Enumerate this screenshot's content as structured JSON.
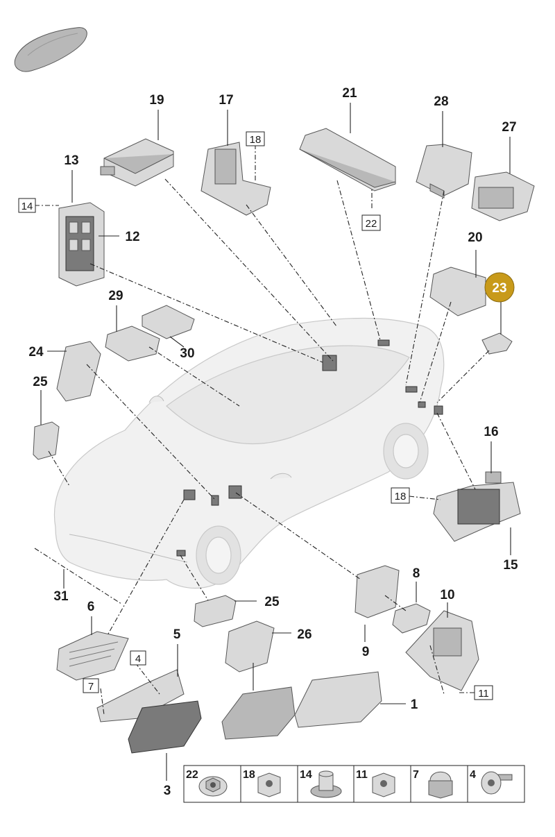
{
  "highlight_color": "#c89a1a",
  "callouts": {
    "c1": "1",
    "c3": "3",
    "c5": "5",
    "c6": "6",
    "c8": "8",
    "c9": "9",
    "c10": "10",
    "c12": "12",
    "c13": "13",
    "c15": "15",
    "c16": "16",
    "c17": "17",
    "c19": "19",
    "c20": "20",
    "c21": "21",
    "c23": "23",
    "c24": "24",
    "c25a": "25",
    "c25b": "25",
    "c26": "26",
    "c27": "27",
    "c28": "28",
    "c29": "29",
    "c30": "30",
    "c31": "31"
  },
  "boxed": {
    "b14": "14",
    "b18a": "18",
    "b22": "22",
    "b18b": "18",
    "b4": "4",
    "b7": "7",
    "b11": "11"
  },
  "fastener_table": [
    {
      "num": "22",
      "icon": "flange-nut-icon"
    },
    {
      "num": "18",
      "icon": "hex-nut-icon"
    },
    {
      "num": "14",
      "icon": "weld-nut-icon"
    },
    {
      "num": "11",
      "icon": "hex-nut-icon"
    },
    {
      "num": "7",
      "icon": "cap-nut-icon"
    },
    {
      "num": "4",
      "icon": "screw-icon"
    }
  ]
}
